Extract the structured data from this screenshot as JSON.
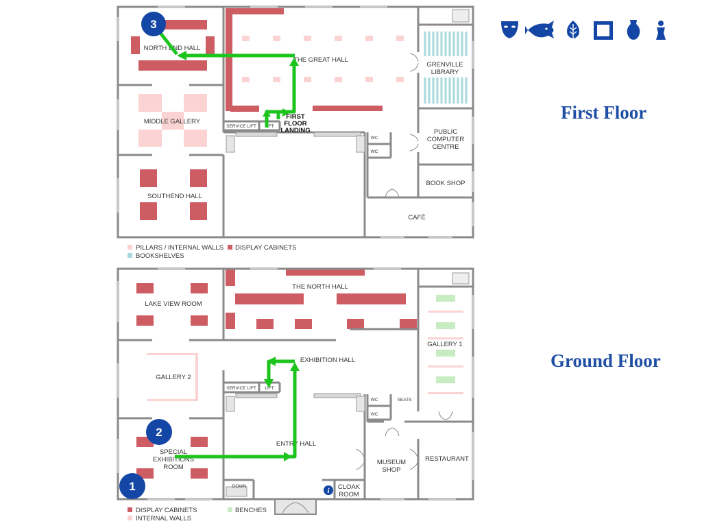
{
  "floors": {
    "first": {
      "title": "First Floor",
      "rooms": {
        "north_end_hall": "NORTH END HALL",
        "great_hall": "THE GREAT HALL",
        "grenville_library": [
          "GRENVILLE",
          "LIBRARY"
        ],
        "middle_gallery": "MIDDLE GALLERY",
        "first_floor_landing": [
          "FIRST",
          "FLOOR",
          "LANDING"
        ],
        "service_lift": "SERVICE LIFT",
        "lift": "LIFT",
        "wc": "WC",
        "public_computer_centre": [
          "PUBLIC",
          "COMPUTER",
          "CENTRE"
        ],
        "southend_hall": "SOUTHEND HALL",
        "book_shop": "BOOK SHOP",
        "cafe": "CAFÉ"
      },
      "legend": {
        "pillars": "PILLARS / INTERNAL WALLS",
        "display_cabinets": "DISPLAY CABINETS",
        "bookshelves": "BOOKSHELVES"
      }
    },
    "ground": {
      "title": "Ground Floor",
      "rooms": {
        "north_hall": "THE NORTH HALL",
        "lake_view_room": "LAKE VIEW ROOM",
        "gallery_1": "GALLERY 1",
        "gallery_2": "GALLERY 2",
        "exhibition_hall": "EXHIBITION HALL",
        "service_lift": "SERVICE LIFT",
        "lift": "LIFT",
        "wc": "WC",
        "seats": "SEATS",
        "special_exhibitions_room": [
          "SPECIAL",
          "EXHIBITIONS",
          "ROOM"
        ],
        "entry_hall": "ENTRY HALL",
        "museum_shop": [
          "MUSEUM",
          "SHOP"
        ],
        "restaurant": "RESTAURANT",
        "down": "DOWN",
        "info": "i",
        "cloak_room": [
          "CLOAK",
          "ROOM"
        ]
      },
      "legend": {
        "display_cabinets": "DISPLAY CABINETS",
        "internal_walls": "INTERNAL WALLS",
        "benches": "BENCHES"
      }
    }
  },
  "route_markers": [
    "1",
    "2",
    "3"
  ],
  "header_icons": [
    "mask-icon",
    "fish-icon",
    "leaf-icon",
    "frame-icon",
    "vase-icon",
    "statue-icon"
  ],
  "colors": {
    "wall": "#8a8a8a",
    "cabinet": "#cd5c63",
    "pillar": "#fbd3d3",
    "bookshelf": "#a7d9dc",
    "bench": "#c7ecc1",
    "route": "#1ec41e",
    "marker": "#1446a5",
    "title": "#1f4fa5"
  }
}
